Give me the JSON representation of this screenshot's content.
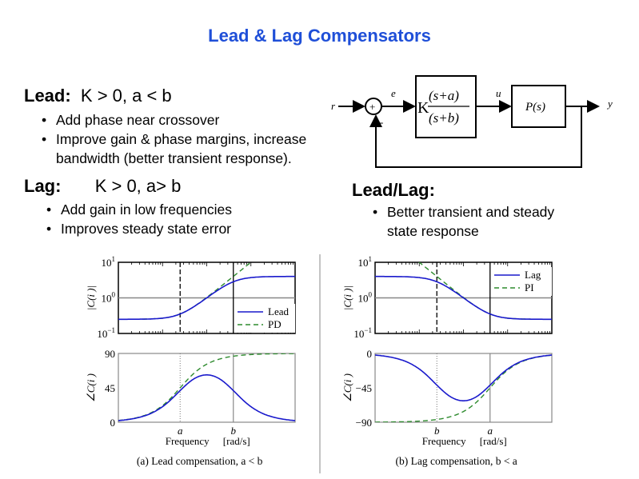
{
  "title": "Lead & Lag Compensators",
  "lead": {
    "heading": "Lead:",
    "condition": "K > 0, a < b",
    "bullets": [
      "Add phase near crossover",
      "Improve gain & phase margins, increase",
      "bandwidth (better transient response)."
    ]
  },
  "lag": {
    "heading": "Lag:",
    "condition": "K > 0, a> b",
    "bullets": [
      "Add gain in low frequencies",
      "Improves steady state error"
    ]
  },
  "leadlag": {
    "heading": "Lead/Lag:",
    "bullets": [
      "Better transient and steady",
      "state response"
    ]
  },
  "block_diagram": {
    "input": "r",
    "error": "e",
    "control": "u",
    "output": "y",
    "sum_sign": "+",
    "feedback_sign": "-",
    "compensator_gain": "K",
    "compensator_num": "(s+a)",
    "compensator_den": "(s+b)",
    "plant": "P(s)"
  },
  "chart_data": [
    {
      "type": "line",
      "caption": "(a) Lead compensation, a < b",
      "xlabel": "Frequency",
      "xunit": "[rad/s]",
      "xscale": "log",
      "log10_xlim": [
        -2,
        2
      ],
      "x_marks": [
        {
          "label": "a",
          "value": 0.25
        },
        {
          "label": "b",
          "value": 4
        }
      ],
      "magnitude": {
        "ylabel": "|C(i )|",
        "yscale": "log",
        "log10_ylim": [
          -1,
          1
        ],
        "yticks": [
          "10^1",
          "10^0",
          "10^-1"
        ]
      },
      "phase": {
        "ylabel": "∠C(i )",
        "ylim": [
          0,
          90
        ],
        "yticks": [
          "90",
          "45",
          "0"
        ]
      },
      "series": [
        {
          "name": "Lead",
          "color": "#1a1acc",
          "style": "solid",
          "K": 4,
          "zero": 0.25,
          "pole": 4
        },
        {
          "name": "PD",
          "color": "#2e8b2e",
          "style": "dashed",
          "K": 1,
          "zero": 0.25,
          "pole": null
        }
      ],
      "legend": "bottom-right"
    },
    {
      "type": "line",
      "caption": "(b) Lag compensation, b < a",
      "xlabel": "Frequency",
      "xunit": "[rad/s]",
      "xscale": "log",
      "log10_xlim": [
        -2,
        2
      ],
      "x_marks": [
        {
          "label": "b",
          "value": 0.25
        },
        {
          "label": "a",
          "value": 4
        }
      ],
      "magnitude": {
        "ylabel": "|C(i )|",
        "yscale": "log",
        "log10_ylim": [
          -1,
          1
        ],
        "yticks": [
          "10^1",
          "10^0",
          "10^-1"
        ]
      },
      "phase": {
        "ylabel": "∠C(i )",
        "ylim": [
          -90,
          0
        ],
        "yticks": [
          "0",
          "−45",
          "−90"
        ]
      },
      "series": [
        {
          "name": "Lag",
          "color": "#1a1acc",
          "style": "solid",
          "K": 0.25,
          "zero": 4,
          "pole": 0.25
        },
        {
          "name": "PI",
          "color": "#2e8b2e",
          "style": "dashed",
          "K": 0.25,
          "zero": 4,
          "pole": 0
        }
      ],
      "legend": "top-right"
    }
  ]
}
